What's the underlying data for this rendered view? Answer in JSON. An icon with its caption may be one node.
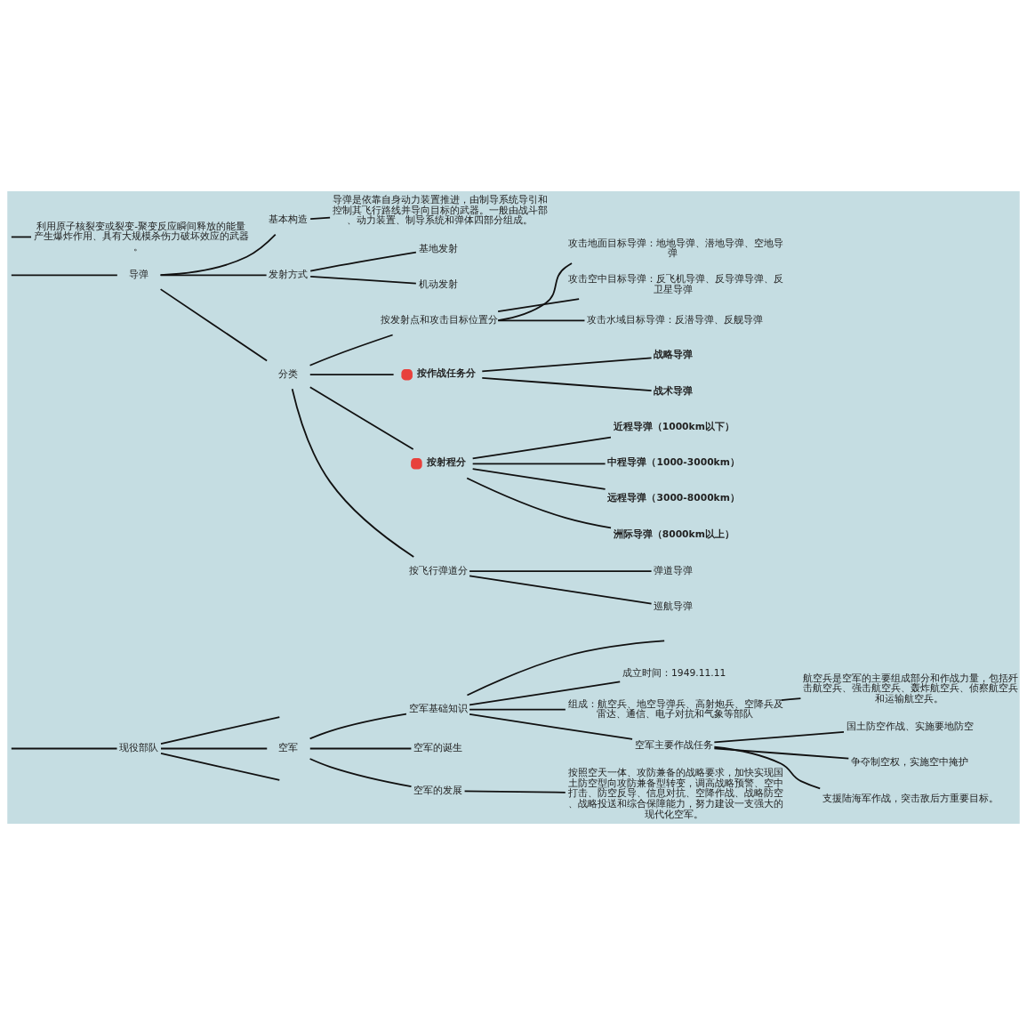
{
  "diagram": {
    "nodes": [
      {
        "text": [
          "现役部队"
        ]
      },
      {
        "text": [
          "空军"
        ]
      },
      {
        "text": [
          "空军基础知识"
        ]
      },
      {
        "text": [
          "成立时间：1949.11.11"
        ]
      },
      {
        "text": [
          "组成：航空兵、地空导弹兵、高射炮兵、空降兵及雷达、通信、电子对抗和气象等部队"
        ]
      },
      {
        "text": [
          "航空兵是空军的主要组成部分和作战力量，包括歼击航空兵、强击航空兵、轰炸航空兵、侦察航空兵和运输航空兵。"
        ]
      },
      {
        "text": [
          "空军主要作战任务"
        ]
      },
      {
        "text": [
          "国土防空作战、实施要地防空"
        ]
      },
      {
        "text": [
          "争夺制空权，实施空中掩护"
        ]
      },
      {
        "text": [
          "支援陆海军作战，突击敌后方重要目标。"
        ]
      },
      {
        "text": [
          "空军的诞生"
        ]
      },
      {
        "text": [
          "空军的发展"
        ]
      },
      {
        "text": [
          "按照空天一体、攻防兼备的战略要求，加快实现国土防空型向攻防兼备型转变，调高战略预警、空中打击、防空反导、信息对抗、空降作战、战略防空、战略投送和综合保障能力，努力建设一支强大的现代化空军。"
        ]
      },
      {
        "text": [
          "导弹"
        ]
      },
      {
        "text": [
          "基本构造"
        ]
      },
      {
        "text": [
          "导弹是依靠自身动力装置推进，由制导系统导引和控制其飞行路线并导向目标的武器。一般由战斗部、动力装置、制导系统和弹体四部分组成。"
        ]
      },
      {
        "text": [
          "发射方式"
        ]
      },
      {
        "text": [
          "基地发射"
        ]
      },
      {
        "text": [
          "机动发射"
        ]
      },
      {
        "text": [
          "分类"
        ]
      },
      {
        "text": [
          "按发射点和攻击目标位置分"
        ]
      },
      {
        "text": [
          "攻击地面目标导弹：地地导弹、潜地导弹、空地导弹"
        ]
      },
      {
        "text": [
          "攻击空中目标导弹：反飞机导弹、反导弹导弹、反卫星导弹"
        ]
      },
      {
        "text": [
          "攻击水域目标导弹：反潜导弹、反舰导弹"
        ]
      },
      {
        "text": [
          "按作战任务分"
        ]
      },
      {
        "text": [
          "战略导弹"
        ]
      },
      {
        "text": [
          "战术导弹"
        ]
      },
      {
        "text": [
          "按射程分"
        ]
      },
      {
        "text": [
          "近程导弹（1000km以下）"
        ]
      },
      {
        "text": [
          "中程导弹（1000-3000km）"
        ]
      },
      {
        "text": [
          "远程导弹（3000-8000km）"
        ]
      },
      {
        "text": [
          "洲际导弹（8000km以上）"
        ]
      },
      {
        "text": [
          "按飞行弹道分"
        ]
      },
      {
        "text": [
          "弹道导弹"
        ]
      },
      {
        "text": [
          "巡航导弹"
        ]
      },
      {
        "text": [
          "利用原子核裂变或裂变-聚变反应瞬间释放的能量产生爆炸作用、具有大规模杀伤力破坏效应的武器。"
        ]
      }
    ],
    "edges": [
      {
        "from": null,
        "to": 0,
        "arrow": "none"
      },
      {
        "from": 0,
        "to": null,
        "arrow": "none"
      },
      {
        "from": 0,
        "to": 1,
        "arrow": "none"
      },
      {
        "from": 1,
        "to": 2,
        "arrow": "none"
      },
      {
        "from": 2,
        "to": null,
        "arrow": "none"
      },
      {
        "from": 2,
        "to": 3,
        "arrow": "none"
      },
      {
        "from": 2,
        "to": 4,
        "arrow": "none"
      },
      {
        "from": 4,
        "to": 5,
        "arrow": "none"
      },
      {
        "from": 2,
        "to": 6,
        "arrow": "none"
      },
      {
        "from": 6,
        "to": 7,
        "arrow": "none"
      },
      {
        "from": 6,
        "to": 8,
        "arrow": "none"
      },
      {
        "from": 6,
        "to": 9,
        "arrow": "none"
      },
      {
        "from": 1,
        "to": 10,
        "arrow": "none"
      },
      {
        "from": 1,
        "to": 11,
        "arrow": "none"
      },
      {
        "from": 11,
        "to": 12,
        "arrow": "none"
      },
      {
        "from": 0,
        "to": null,
        "arrow": "none"
      },
      {
        "from": null,
        "to": 13,
        "arrow": "none"
      },
      {
        "from": 13,
        "to": 14,
        "arrow": "none"
      },
      {
        "from": 14,
        "to": 15,
        "arrow": "none"
      },
      {
        "from": 13,
        "to": 16,
        "arrow": "none"
      },
      {
        "from": 16,
        "to": 17,
        "arrow": "none"
      },
      {
        "from": 16,
        "to": 18,
        "arrow": "none"
      },
      {
        "from": 13,
        "to": 19,
        "arrow": "none"
      },
      {
        "from": 19,
        "to": 20,
        "arrow": "none"
      },
      {
        "from": 20,
        "to": 21,
        "arrow": "none"
      },
      {
        "from": 20,
        "to": 22,
        "arrow": "none"
      },
      {
        "from": 20,
        "to": 23,
        "arrow": "none"
      },
      {
        "from": 19,
        "to": 24,
        "arrow": "none"
      },
      {
        "from": 24,
        "to": 25,
        "arrow": "none"
      },
      {
        "from": 24,
        "to": 26,
        "arrow": "none"
      },
      {
        "from": 19,
        "to": 27,
        "arrow": "none"
      },
      {
        "from": 27,
        "to": 28,
        "arrow": "none"
      },
      {
        "from": 27,
        "to": 29,
        "arrow": "none"
      },
      {
        "from": 27,
        "to": 30,
        "arrow": "none"
      },
      {
        "from": 27,
        "to": 31,
        "arrow": "none"
      },
      {
        "from": 19,
        "to": 32,
        "arrow": "none"
      },
      {
        "from": 32,
        "to": 33,
        "arrow": "none"
      },
      {
        "from": 32,
        "to": 34,
        "arrow": "none"
      },
      {
        "from": null,
        "to": 35,
        "arrow": "none"
      }
    ]
  }
}
